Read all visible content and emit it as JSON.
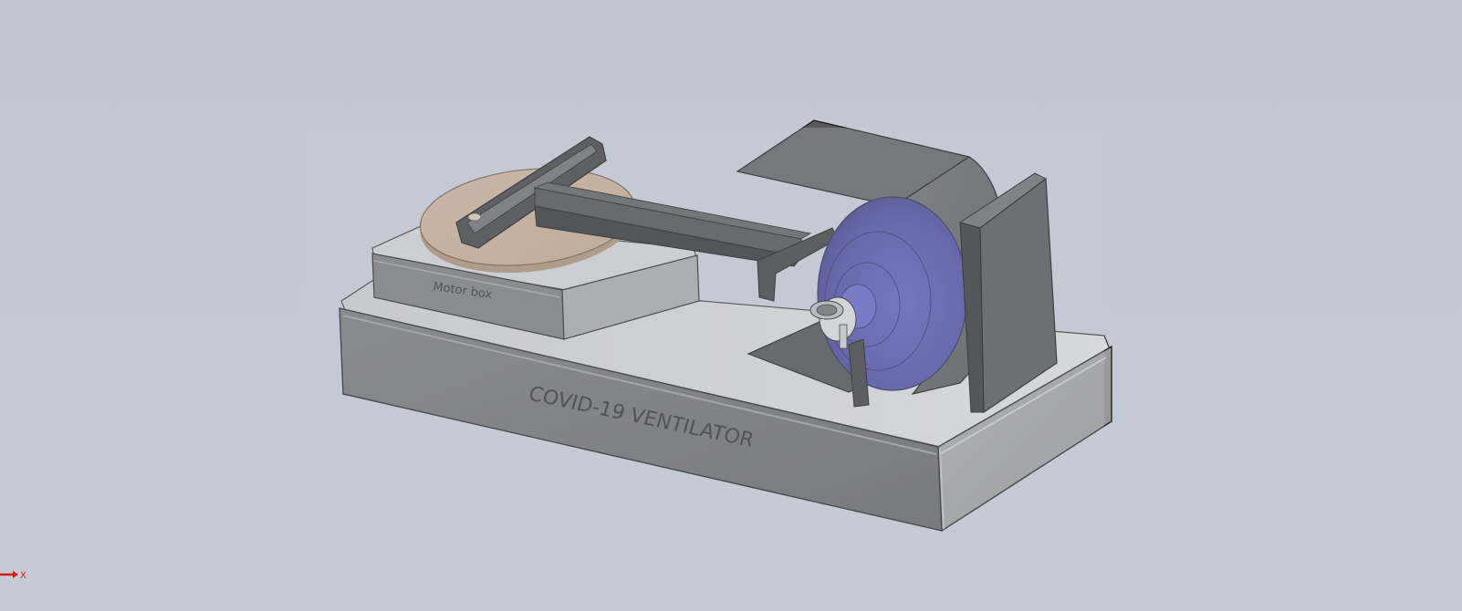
{
  "model": {
    "front_label": "COVID-19 VENTILATOR",
    "motor_box_label": "Motor box"
  },
  "triad": {
    "axis_label": "X"
  },
  "colors": {
    "background": "#c3c8d3",
    "base_dark": "#6e6e6e",
    "base_top": "#d0d0d0",
    "disc": "#c8aa90",
    "bag": "#4c4ca0",
    "bracket": "#505050",
    "triad_x": "#d21a1a"
  }
}
